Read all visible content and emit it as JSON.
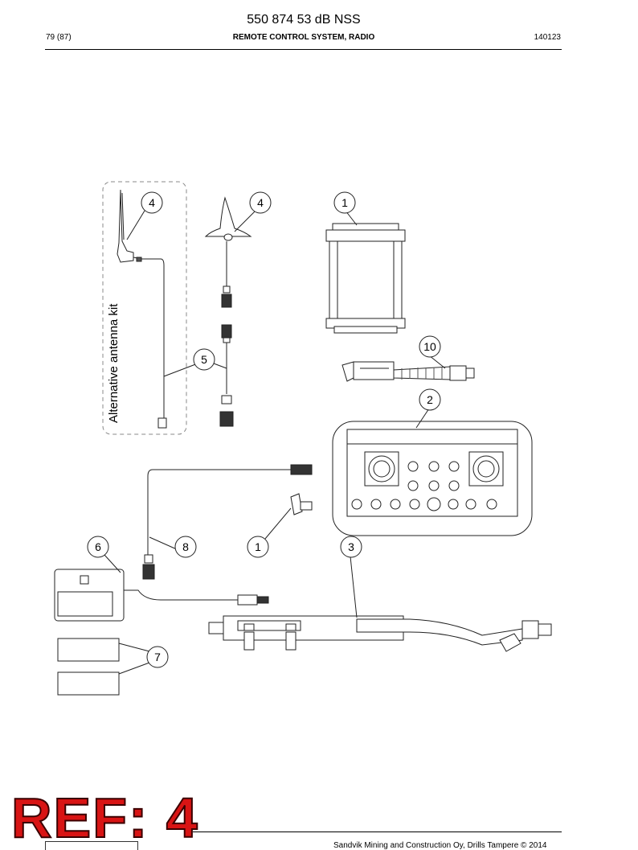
{
  "header": {
    "doc_number": "550 874 53 dB NSS",
    "page": "79 (87)",
    "section_title": "REMOTE CONTROL SYSTEM, RADIO",
    "date_code": "140123"
  },
  "figure": {
    "group_label": "Alternative antenna kit",
    "callouts": [
      "4",
      "4",
      "1",
      "10",
      "5",
      "2",
      "6",
      "8",
      "1",
      "3",
      "7"
    ]
  },
  "stamp": {
    "text": "REF: 4",
    "color": "#d81414"
  },
  "footer": {
    "text": "Sandvik Mining and Construction Oy, Drills Tampere © 2014"
  }
}
